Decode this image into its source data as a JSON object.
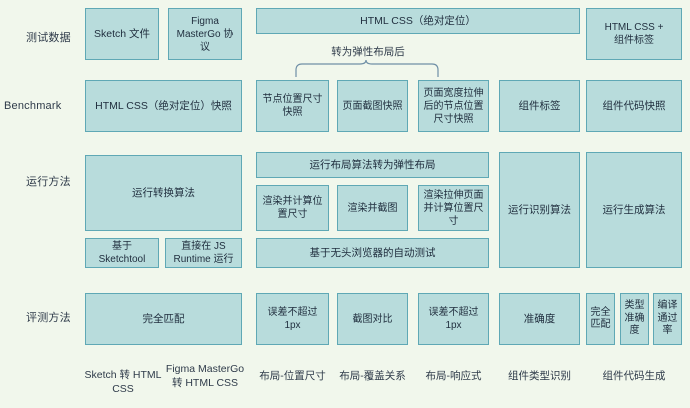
{
  "colors": {
    "background": "#f1f7ec",
    "box_fill": "#b8dcdc",
    "box_border": "#5fa8b5",
    "text": "#1f2d3d",
    "label_text": "#2f3b4a"
  },
  "row_labels": [
    {
      "id": "test-data",
      "text": "测试数据"
    },
    {
      "id": "benchmark",
      "text": "Benchmark"
    },
    {
      "id": "run-method",
      "text": "运行方法"
    },
    {
      "id": "eval-method",
      "text": "评测方法"
    }
  ],
  "rows": {
    "test_data": {
      "label": "测试数据",
      "boxes": [
        {
          "id": "sketch-file",
          "text": "Sketch 文件"
        },
        {
          "id": "figma-mastergo-protocol",
          "text": "Figma MasterGo 协议"
        },
        {
          "id": "html-css-absolute",
          "text": "HTML CSS（绝对定位）"
        },
        {
          "id": "html-css-component-tag",
          "text": "HTML CSS +\n组件标签"
        }
      ]
    },
    "benchmark": {
      "label": "Benchmark",
      "boxes": [
        {
          "id": "html-css-absolute-snapshot",
          "text": "HTML CSS（绝对定位）快照"
        },
        {
          "id": "node-pos-size-snapshot",
          "text": "节点位置尺寸快照"
        },
        {
          "id": "page-screenshot-snapshot",
          "text": "页面截图快照"
        },
        {
          "id": "stretched-node-pos-size-snapshot",
          "text": "页面宽度拉伸后的节点位置尺寸快照"
        },
        {
          "id": "component-tag",
          "text": "组件标签"
        },
        {
          "id": "component-code-snapshot",
          "text": "组件代码快照"
        }
      ]
    },
    "run_method": {
      "label": "运行方法",
      "boxes": [
        {
          "id": "run-convert-algorithm",
          "text": "运行转换算法"
        },
        {
          "id": "based-on-sketchtool",
          "text": "基于 Sketchtool"
        },
        {
          "id": "run-directly-in-js-runtime",
          "text": "直接在 JS Runtime 运行"
        },
        {
          "id": "run-layout-algorithm-to-flex",
          "text": "运行布局算法转为弹性布局"
        },
        {
          "id": "render-and-compute-pos-size",
          "text": "渲染并计算位置尺寸"
        },
        {
          "id": "render-and-screenshot",
          "text": "渲染并截图"
        },
        {
          "id": "render-stretched-and-compute-pos-size",
          "text": "渲染拉伸页面并计算位置尺寸"
        },
        {
          "id": "headless-browser-auto-test",
          "text": "基于无头浏览器的自动测试"
        },
        {
          "id": "run-recognition-algorithm",
          "text": "运行识别算法"
        },
        {
          "id": "run-generation-algorithm",
          "text": "运行生成算法"
        }
      ]
    },
    "eval_method": {
      "label": "评测方法",
      "boxes": [
        {
          "id": "exact-match",
          "text": "完全匹配"
        },
        {
          "id": "error-within-1px-a",
          "text": "误差不超过 1px"
        },
        {
          "id": "screenshot-compare",
          "text": "截图对比"
        },
        {
          "id": "error-within-1px-b",
          "text": "误差不超过 1px"
        },
        {
          "id": "accuracy",
          "text": "准确度"
        },
        {
          "id": "exact-match-small",
          "text": "完全匹配"
        },
        {
          "id": "type-accuracy",
          "text": "类型准确度"
        },
        {
          "id": "compile-pass-rate",
          "text": "编译通过率"
        }
      ]
    }
  },
  "brace": {
    "label": "转为弹性布局后"
  },
  "column_labels": [
    {
      "id": "sketch-to-html-css",
      "text": "Sketch 转 HTML CSS"
    },
    {
      "id": "figma-mastergo-to-html-css",
      "text": "Figma MasterGo 转 HTML CSS"
    },
    {
      "id": "layout-position-size",
      "text": "布局-位置尺寸"
    },
    {
      "id": "layout-overlap-relation",
      "text": "布局-覆盖关系"
    },
    {
      "id": "layout-responsive",
      "text": "布局-响应式"
    },
    {
      "id": "component-type-recognition",
      "text": "组件类型识别"
    },
    {
      "id": "component-code-generation",
      "text": "组件代码生成"
    }
  ]
}
